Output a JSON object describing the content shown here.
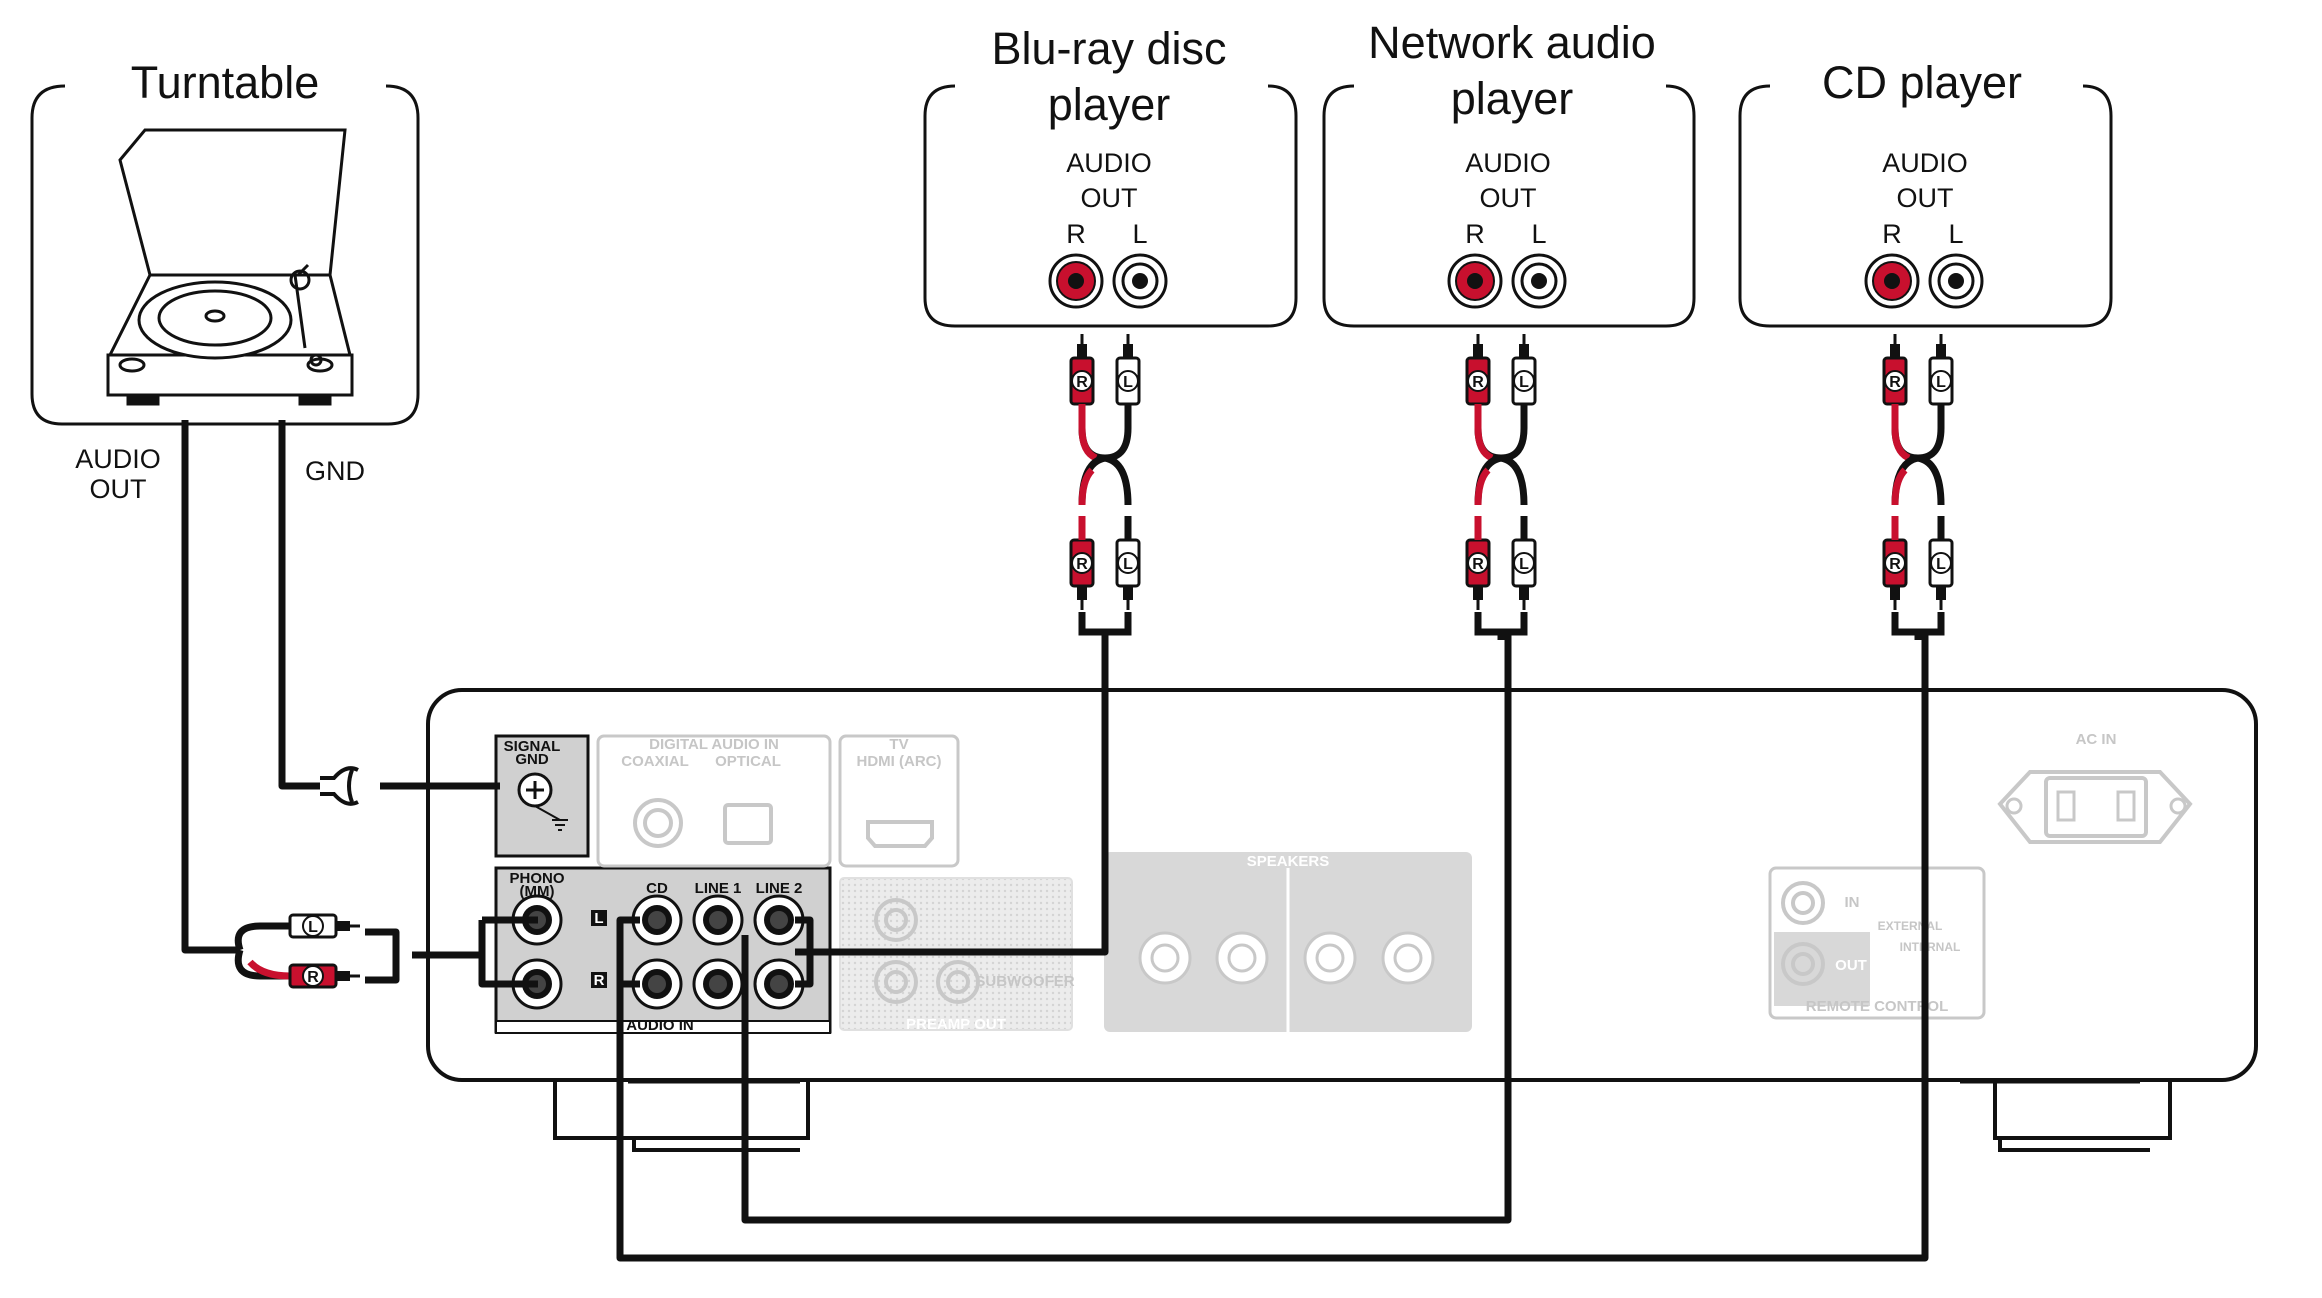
{
  "devices": {
    "turntable": {
      "title": "Turntable",
      "audio_out": [
        "AUDIO",
        "OUT"
      ],
      "gnd": "GND"
    },
    "bluray": {
      "title_lines": [
        "Blu-ray disc",
        "player"
      ],
      "audio_out": [
        "AUDIO",
        "OUT"
      ],
      "r": "R",
      "l": "L"
    },
    "network": {
      "title_lines": [
        "Network audio",
        "player"
      ],
      "audio_out": [
        "AUDIO",
        "OUT"
      ],
      "r": "R",
      "l": "L"
    },
    "cd": {
      "title_lines": [
        "CD player"
      ],
      "audio_out": [
        "AUDIO",
        "OUT"
      ],
      "r": "R",
      "l": "L"
    }
  },
  "plug_labels": {
    "r": "R",
    "l": "L"
  },
  "amplifier": {
    "signal_gnd": [
      "SIGNAL",
      "GND"
    ],
    "phono": [
      "PHONO",
      "(MM)"
    ],
    "inputs": [
      "CD",
      "LINE 1",
      "LINE 2"
    ],
    "channel_l": "L",
    "channel_r": "R",
    "audio_in": "AUDIO IN",
    "digital_audio_in": "DIGITAL AUDIO IN",
    "coaxial": "COAXIAL",
    "optical": "OPTICAL",
    "tv": "TV",
    "hdmi_arc": "HDMI (ARC)",
    "subwoofer": "SUBWOOFER",
    "preamp_out": "PREAMP OUT",
    "speakers": "SPEAKERS",
    "remote_in": "IN",
    "remote_out": "OUT",
    "external": "EXTERNAL",
    "internal": "INTERNAL",
    "remote_control": "REMOTE CONTROL",
    "ac_in": "AC IN"
  },
  "colors": {
    "line": "#111111",
    "red": "#c8102e",
    "faded": "#c8c8c8",
    "panel": "#d0d0d0"
  }
}
